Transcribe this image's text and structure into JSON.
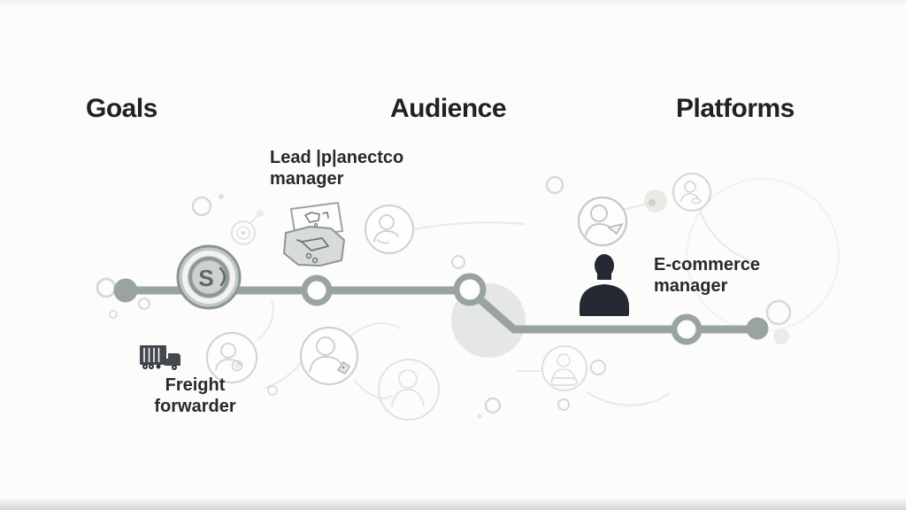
{
  "colors": {
    "background": "#fcfcfa",
    "timeline": "#9aa49e",
    "coin_fill": "#c2c9c5",
    "coin_stroke": "#8b958f",
    "dark_silhouette": "#242832",
    "truck": "#43494e",
    "heading_text": "#1e2126",
    "label_text": "#26292d",
    "faint_outline": "#d8d8d6"
  },
  "headings": {
    "goals": "Goals",
    "audience": "Audience",
    "platforms": "Platforms"
  },
  "labels": {
    "lead_manager": {
      "line1": "Lead |p|anectco",
      "line2": "manager"
    },
    "ecommerce_manager": {
      "line1": "E-commerce",
      "line2": "manager"
    },
    "freight_forwarder": {
      "line1": "Freight",
      "line2": "forwarder"
    }
  },
  "icons": {
    "coin_glyph": "S",
    "coin": "dollar-coin-icon",
    "document": "shopping-document-icon",
    "silhouette": "person-silhouette-icon",
    "truck": "freight-truck-icon",
    "avatar": "avatar-outline-icon",
    "target": "target-icon"
  }
}
